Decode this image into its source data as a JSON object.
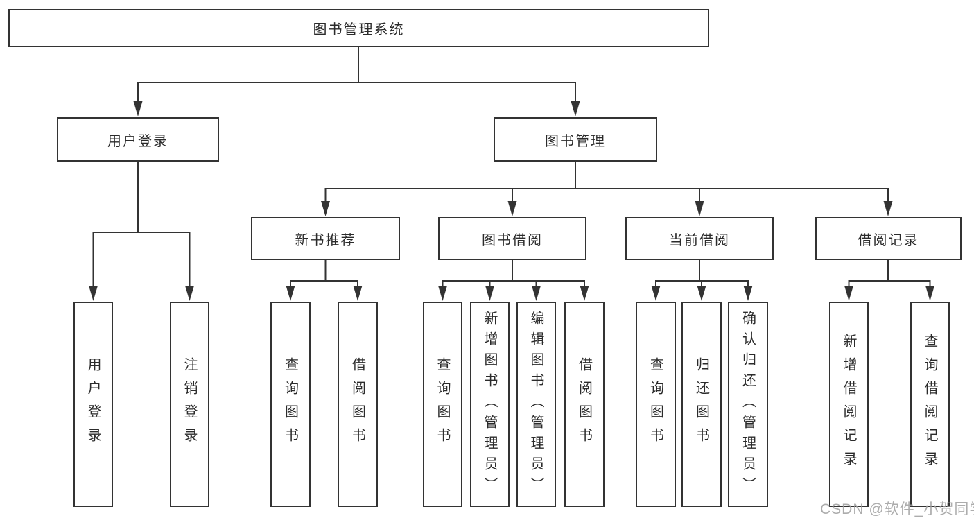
{
  "diagram": {
    "root": {
      "label": "图书管理系统",
      "children": [
        {
          "label": "用户登录",
          "children": [
            {
              "label": "用户登录"
            },
            {
              "label": "注销登录"
            }
          ]
        },
        {
          "label": "图书管理",
          "children": [
            {
              "label": "新书推荐",
              "children": [
                {
                  "label": "查询图书"
                },
                {
                  "label": "借阅图书"
                }
              ]
            },
            {
              "label": "图书借阅",
              "children": [
                {
                  "label": "查询图书"
                },
                {
                  "label": "新增图书（管理员）"
                },
                {
                  "label": "编辑图书（管理员）"
                },
                {
                  "label": "借阅图书"
                }
              ]
            },
            {
              "label": "当前借阅",
              "children": [
                {
                  "label": "查询图书"
                },
                {
                  "label": "归还图书"
                },
                {
                  "label": "确认归还（管理员）"
                }
              ]
            },
            {
              "label": "借阅记录",
              "children": [
                {
                  "label": "新增借阅记录"
                },
                {
                  "label": "查询借阅记录"
                }
              ]
            }
          ]
        }
      ]
    }
  },
  "watermark": {
    "text": "CSDN @软件_小贺同学"
  },
  "colors": {
    "line": "#333333",
    "text": "#2b2b2b",
    "background": "#ffffff",
    "watermark": "#9e9e9e"
  }
}
